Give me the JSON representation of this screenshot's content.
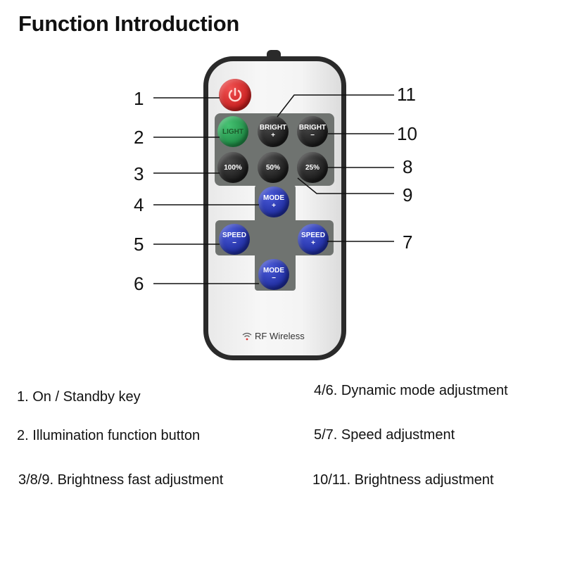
{
  "title": "Function Introduction",
  "remote": {
    "buttons": {
      "power": {
        "icon": "power-icon"
      },
      "light": {
        "label": "LIGHT"
      },
      "bright_plus": {
        "line1": "BRIGHT",
        "line2": "+"
      },
      "bright_minus": {
        "line1": "BRIGHT",
        "line2": "−"
      },
      "p100": {
        "label": "100%"
      },
      "p50": {
        "label": "50%"
      },
      "p25": {
        "label": "25%"
      },
      "mode_plus": {
        "line1": "MODE",
        "line2": "+"
      },
      "speed_minus": {
        "line1": "SPEED",
        "line2": "−"
      },
      "speed_plus": {
        "line1": "SPEED",
        "line2": "+"
      },
      "mode_minus": {
        "line1": "MODE",
        "line2": "−"
      }
    },
    "brand": "RF Wireless"
  },
  "callouts": [
    "1",
    "2",
    "3",
    "4",
    "5",
    "6",
    "7",
    "8",
    "9",
    "10",
    "11"
  ],
  "descriptions": {
    "d1": "1. On / Standby key",
    "d2": "2. Illumination function button",
    "d3": "3/8/9. Brightness fast adjustment",
    "d4": "4/6. Dynamic mode adjustment",
    "d5": "5/7. Speed adjustment",
    "d6": "10/11. Brightness adjustment"
  }
}
